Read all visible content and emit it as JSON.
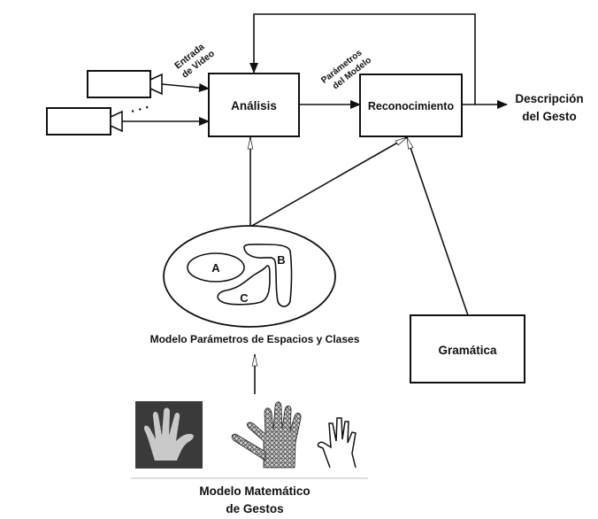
{
  "diagram": {
    "title": "Sistema de reconocimiento de gestos",
    "nodes": {
      "analisis": "Análisis",
      "reconocimiento": "Reconocimiento",
      "gramatica": "Gramática",
      "espacios": "Modelo Parámetros de Espacios y Clases",
      "clases": {
        "a": "A",
        "b": "B",
        "c": "C"
      },
      "modelo_matematico": [
        "Modelo Matemático",
        "de Gestos"
      ],
      "salida": [
        "Descripción",
        "del Gesto"
      ]
    },
    "edge_labels": {
      "entrada": [
        "Entrada",
        "de Video"
      ],
      "parametros": [
        "Parámetros",
        "del Modelo"
      ]
    },
    "camera_ellipsis": ". . .",
    "inputs": [
      "camera",
      "camera"
    ],
    "gesture_models": [
      "hand-photo",
      "hand-3d-mesh",
      "hand-silhouette"
    ],
    "edges": [
      {
        "from": "camera-1",
        "to": "analisis",
        "style": "filled-arrow"
      },
      {
        "from": "camera-2",
        "to": "analisis",
        "style": "filled-arrow"
      },
      {
        "from": "analisis",
        "to": "reconocimiento",
        "style": "filled-arrow",
        "label": "parametros"
      },
      {
        "from": "reconocimiento",
        "to": "salida",
        "style": "filled-arrow"
      },
      {
        "from": "reconocimiento",
        "to": "analisis",
        "style": "feedback-filled-arrow"
      },
      {
        "from": "espacios",
        "to": "analisis",
        "style": "hollow-arrow"
      },
      {
        "from": "espacios",
        "to": "reconocimiento",
        "style": "hollow-arrow"
      },
      {
        "from": "gramatica",
        "to": "reconocimiento",
        "style": "hollow-arrow"
      },
      {
        "from": "modelo_matematico",
        "to": "espacios",
        "style": "hollow-arrow"
      }
    ]
  }
}
